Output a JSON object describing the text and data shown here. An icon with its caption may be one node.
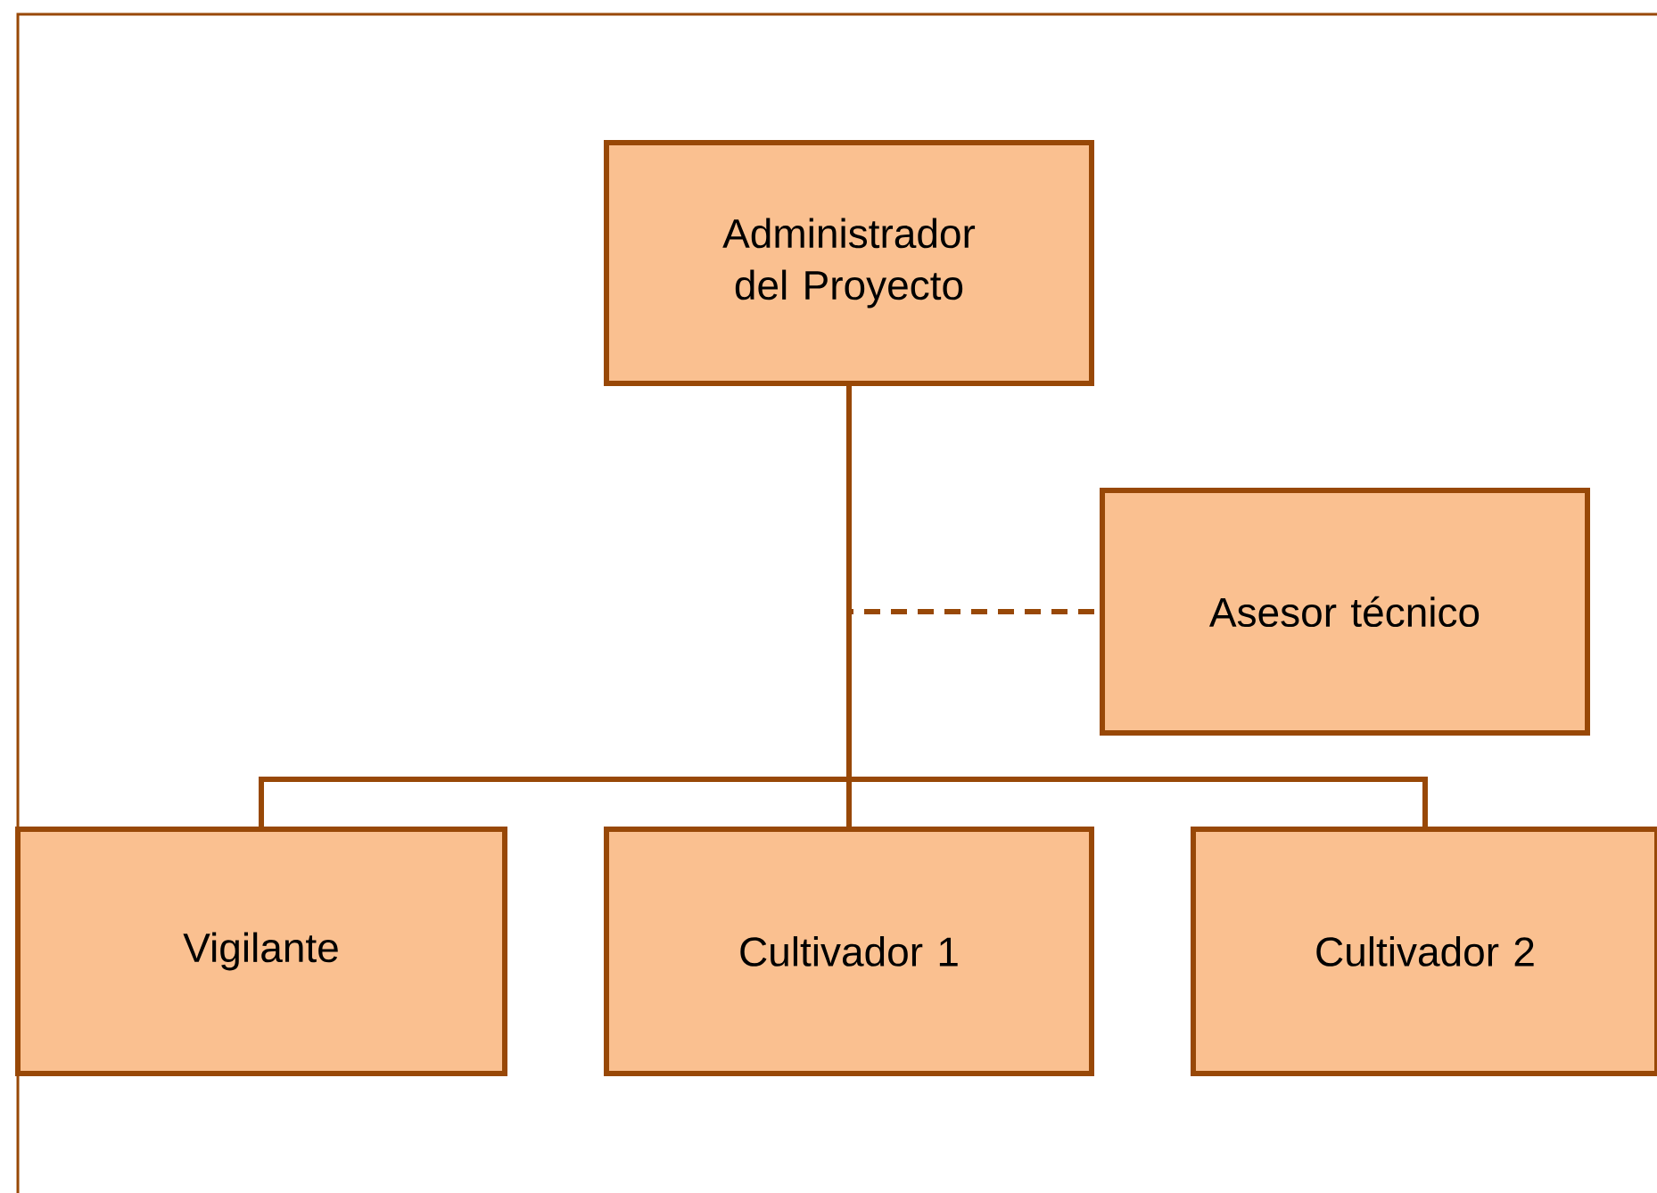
{
  "diagram": {
    "nodes": [
      {
        "text": [
          "Administrador del Proyecto"
        ]
      },
      {
        "text": [
          "Asesor técnico"
        ]
      },
      {
        "text": [
          "Vigilante"
        ]
      },
      {
        "text": [
          "Cultivador 1"
        ]
      },
      {
        "text": [
          "Cultivador 2"
        ]
      }
    ],
    "edges": [
      {
        "from": 0,
        "to": 1,
        "arrow": "none",
        "style": "dashed"
      },
      {
        "from": 0,
        "to": 2,
        "arrow": "none"
      },
      {
        "from": 0,
        "to": 3,
        "arrow": "none"
      },
      {
        "from": 0,
        "to": 4,
        "arrow": "none"
      }
    ]
  }
}
